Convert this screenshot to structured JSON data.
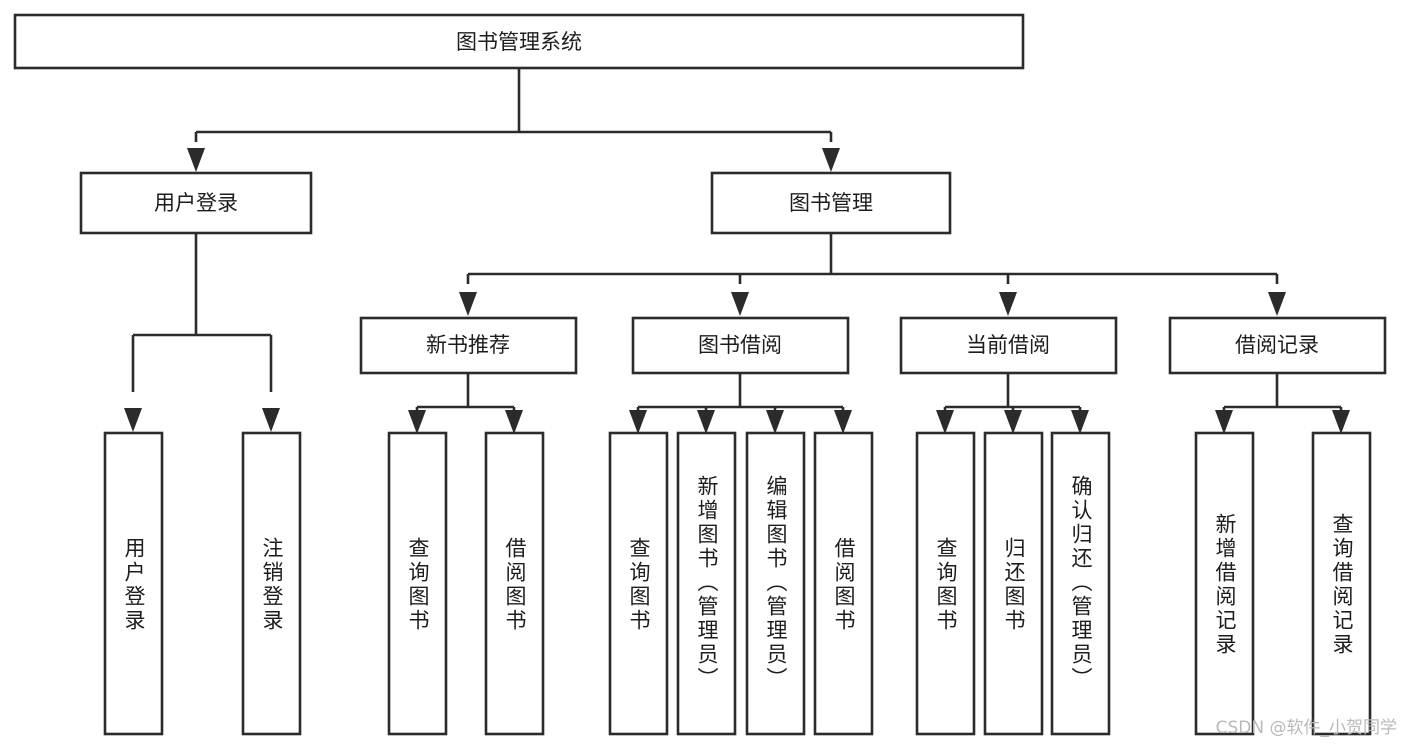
{
  "diagram": {
    "type": "tree-hierarchy",
    "title": "图书管理系统",
    "orientation": "top-down",
    "colors": {
      "box_fill": "#ffffff",
      "box_stroke": "#2b2b2b",
      "text": "#1d1d1d",
      "background": "#ffffff",
      "watermark": "#b9b9b9"
    },
    "root": {
      "label": "图书管理系统"
    },
    "level2": [
      {
        "label": "用户登录"
      },
      {
        "label": "图书管理"
      }
    ],
    "level3": [
      {
        "label": "新书推荐"
      },
      {
        "label": "图书借阅"
      },
      {
        "label": "当前借阅"
      },
      {
        "label": "借阅记录"
      }
    ],
    "leaves": {
      "user_login": [
        {
          "label": "用户登录"
        },
        {
          "label": "注销登录"
        }
      ],
      "new_book_recommend": [
        {
          "label": "查询图书"
        },
        {
          "label": "借阅图书"
        }
      ],
      "book_borrow": [
        {
          "label": "查询图书"
        },
        {
          "label": "新增图书（管理员）"
        },
        {
          "label": "编辑图书（管理员）"
        },
        {
          "label": "借阅图书"
        }
      ],
      "current_borrow": [
        {
          "label": "查询图书"
        },
        {
          "label": "归还图书"
        },
        {
          "label": "确认归还（管理员）"
        }
      ],
      "borrow_records": [
        {
          "label": "新增借阅记录"
        },
        {
          "label": "查询借阅记录"
        }
      ]
    },
    "watermark": "CSDN @软件_小贺同学"
  }
}
